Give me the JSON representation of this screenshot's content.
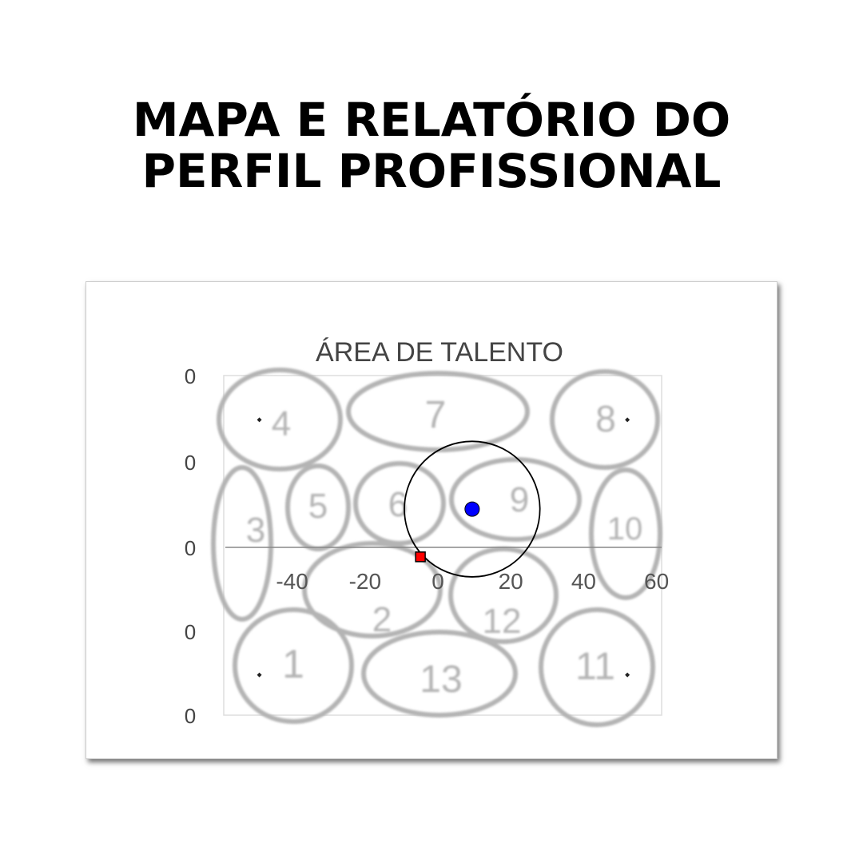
{
  "header": {
    "title_line1": "MAPA E RELATÓRIO DO",
    "title_line2": "PERFIL PROFISSIONAL"
  },
  "chart_data": {
    "type": "scatter",
    "title": "ÁREA DE TALENTO",
    "xlim": [
      -58,
      62
    ],
    "ylim": [
      -46,
      47
    ],
    "x_ticks": [
      "-40",
      "-20",
      "0",
      "20",
      "40",
      "60"
    ],
    "x_tick_values": [
      -40,
      -20,
      0,
      20,
      40,
      60
    ],
    "y_ticks": [
      "0",
      "0",
      "0",
      "0",
      "0"
    ],
    "grid": false,
    "regions": [
      "1",
      "2",
      "3",
      "4",
      "5",
      "6",
      "7",
      "8",
      "9",
      "10",
      "11",
      "12",
      "13"
    ],
    "points": [
      {
        "x": 9.4,
        "y": 10.5,
        "marker": "circle",
        "color": "#0000ff"
      },
      {
        "x": -4.8,
        "y": -2.6,
        "marker": "square",
        "color": "#ff0000"
      }
    ],
    "circle": {
      "center_x": 9.4,
      "center_y": 10.5,
      "radius": 18.6,
      "color": "#000000"
    },
    "corner_markers": [
      {
        "x": -49,
        "y": 35
      },
      {
        "x": 52,
        "y": 35
      },
      {
        "x": -49,
        "y": -35
      },
      {
        "x": 52,
        "y": -35
      }
    ],
    "colors": {
      "regions": "#b4b4b4",
      "axis": "#888888",
      "text": "#444444"
    }
  }
}
